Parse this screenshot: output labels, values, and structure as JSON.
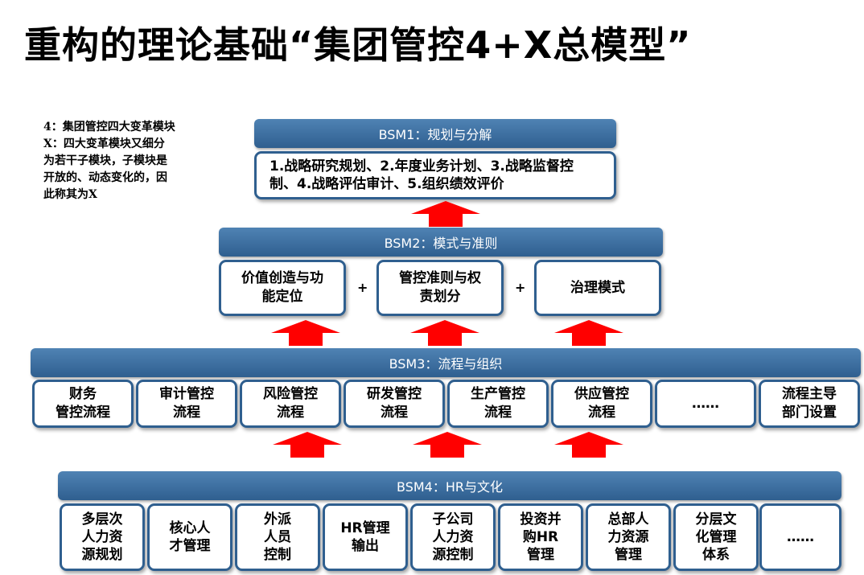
{
  "title": "重构的理论基础“集团管控4+X总模型”",
  "note": [
    "4：集团管控四大变革模块",
    "X：四大变革模块又细分",
    "为若干子模块，子模块是",
    "开放的、动态变化的，因",
    "此称其为X"
  ],
  "bsm1": {
    "label": "BSM1：规划与分解",
    "content": "1.战略研究规划、2.年度业务计划、3.战略监督控\n制、4.战略评估审计、5.组织绩效评价"
  },
  "bsm2": {
    "label": "BSM2：模式与准则",
    "boxes": [
      "价值创造与功\n能定位",
      "管控准则与权\n责划分",
      "治理模式"
    ],
    "plus": [
      "+",
      "+"
    ]
  },
  "bsm3": {
    "label": "BSM3：流程与组织",
    "boxes": [
      "财务\n管控流程",
      "审计管控\n流程",
      "风险管控\n流程",
      "研发管控\n流程",
      "生产管控\n流程",
      "供应管控\n流程",
      "……",
      "流程主导\n部门设置"
    ]
  },
  "bsm4": {
    "label": "BSM4：HR与文化",
    "boxes": [
      "多层次\n人力资\n源规划",
      "核心人\n才管理",
      "外派\n人员\n控制",
      "HR管理\n输出",
      "子公司\n人力资\n源控制",
      "投资并\n购HR\n管理",
      "总部人\n力资源\n管理",
      "分层文\n化管理\n体系",
      "……"
    ]
  },
  "colors": {
    "bar": "#2f5f8f",
    "arrow": "#ff0000",
    "border": "#2f5f8f"
  }
}
